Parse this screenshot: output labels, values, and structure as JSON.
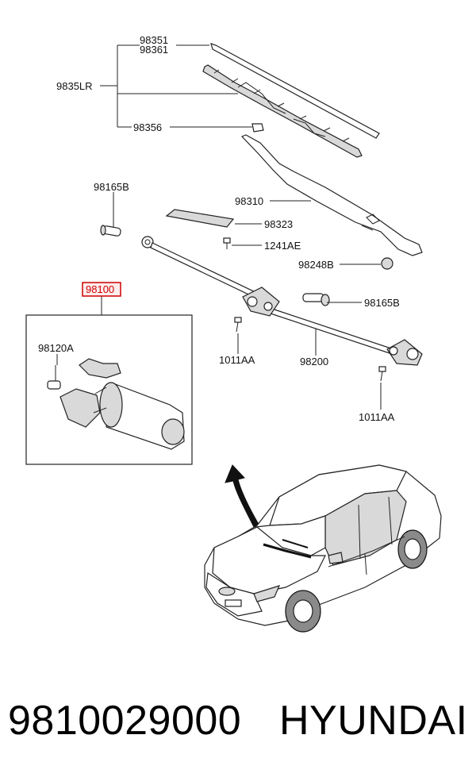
{
  "labels": {
    "l98351": "98351",
    "l98361": "98361",
    "l9835LR": "9835LR",
    "l98356": "98356",
    "l98165B_top": "98165B",
    "l98310": "98310",
    "l98323": "98323",
    "l1241AE": "1241AE",
    "l98248B": "98248B",
    "l98100": "98100",
    "l98165B_right": "98165B",
    "l98120A": "98120A",
    "l1011AA_left": "1011AA",
    "l98200": "98200",
    "l1011AA_right": "1011AA"
  },
  "highlight_color": "#cc0000",
  "footer": {
    "part_number": "9810029000",
    "brand": "HYUNDAI"
  }
}
